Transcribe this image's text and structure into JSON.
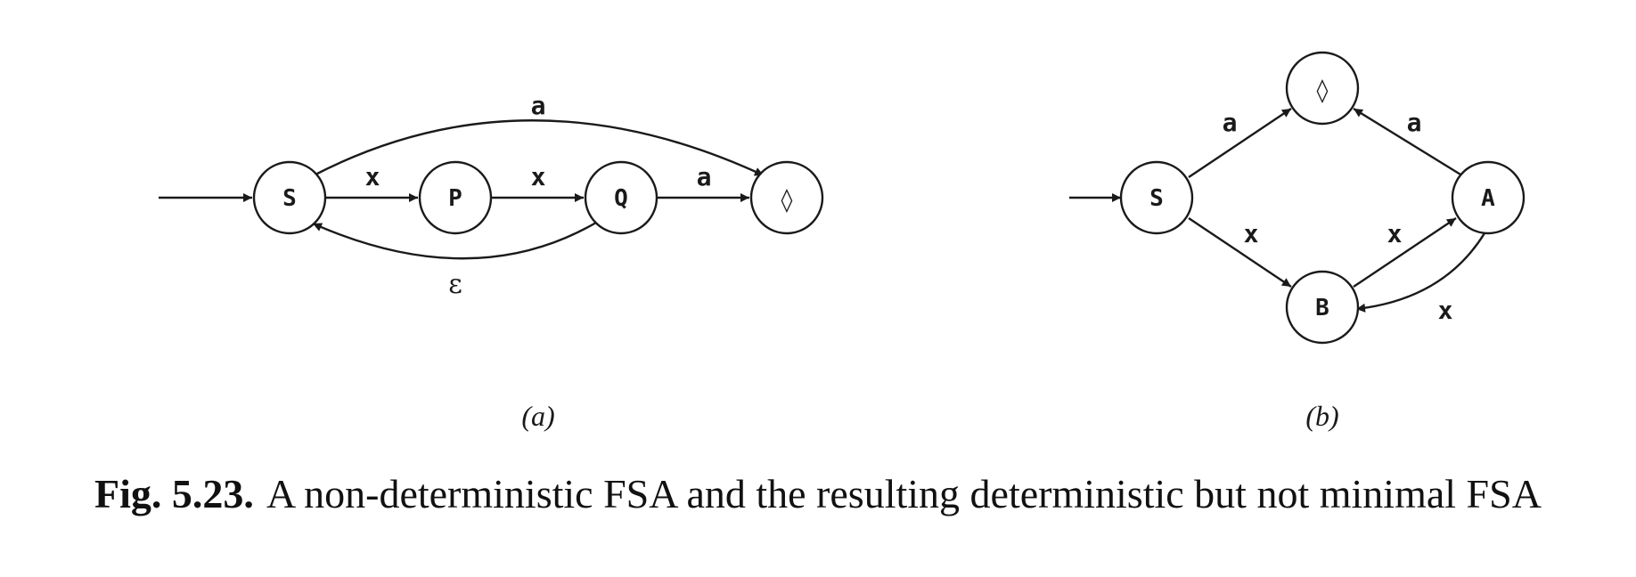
{
  "diagram_a": {
    "label": "(a)",
    "states": {
      "S": "S",
      "P": "P",
      "Q": "Q",
      "final": "◊"
    },
    "edges": {
      "S_P": "x",
      "P_Q": "x",
      "Q_final": "a",
      "S_final": "a",
      "Q_S": "ε"
    }
  },
  "diagram_b": {
    "label": "(b)",
    "states": {
      "S": "S",
      "final": "◊",
      "A": "A",
      "B": "B"
    },
    "edges": {
      "S_final": "a",
      "A_final": "a",
      "S_B": "x",
      "B_A": "x",
      "A_B": "x"
    }
  },
  "caption": {
    "number": "Fig. 5.23.",
    "text": "A non-deterministic FSA and the resulting deterministic but not minimal FSA"
  }
}
